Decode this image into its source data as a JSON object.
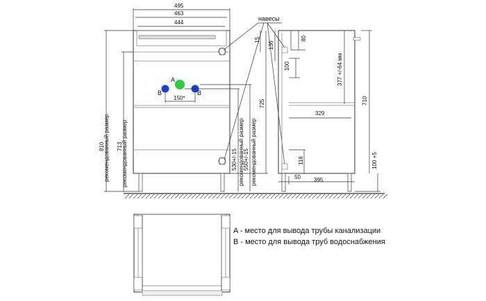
{
  "front_view": {
    "width_total": "495",
    "width_inner": "463",
    "width_drawer": "444",
    "hinges_label": "навесы",
    "hinge_offset": "15",
    "height_total": "810",
    "height_recommended": "713",
    "recommended_label": "рекомендованный размер",
    "pipe_a_label": "A",
    "pipe_b_label": "B",
    "pipe_spacing": "150*",
    "pipe_height_1": "530+/-15",
    "pipe_height_2": "550+/-15",
    "body_height": "725",
    "colors": {
      "pipe_a": "#2ecc40",
      "pipe_b": "#1a3fd6"
    }
  },
  "side_view": {
    "top_depth": "80",
    "top_offset": "136",
    "inner_height": "100",
    "shelf_height": "377 +/-64 мм",
    "shelf_depth": "329",
    "height_total": "710",
    "bottom_height": "116",
    "leg_height": "100 +5",
    "bottom_offset": "50",
    "bottom_depth": "395"
  },
  "legend": {
    "a": "A - место для вывода трубы канализации",
    "b": "B - место для вывода труб водоснабжения"
  }
}
